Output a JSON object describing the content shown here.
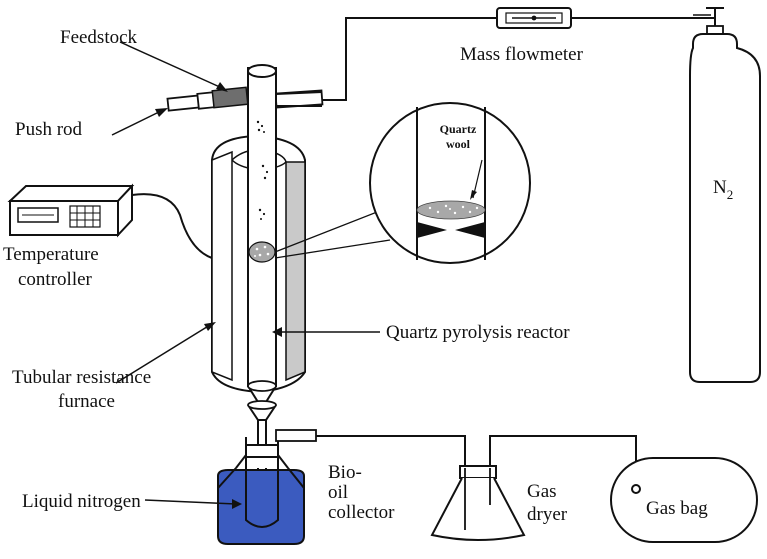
{
  "labels": {
    "feedstock": "Feedstock",
    "push_rod": "Push rod",
    "mass_flowmeter": "Mass flowmeter",
    "quartz": "Quartz",
    "wool": "wool",
    "n2_main": "N",
    "n2_sub": "2",
    "temperature": "Temperature",
    "controller": "controller",
    "quartz_reactor": "Quartz pyrolysis reactor",
    "tubular": "Tubular resistance",
    "furnace": "furnace",
    "bio": "Bio-",
    "oil_collector_1": "oil",
    "oil_collector_2": "collector",
    "liquid_nitrogen": "Liquid nitrogen",
    "gas": "Gas",
    "dryer": "dryer",
    "gas_bag": "Gas bag"
  },
  "colors": {
    "line": "#111111",
    "furnace_shade": "#c9c9c9",
    "liquid_nitrogen": "#3b5bbf",
    "wool_fill": "#a8a8a8"
  }
}
